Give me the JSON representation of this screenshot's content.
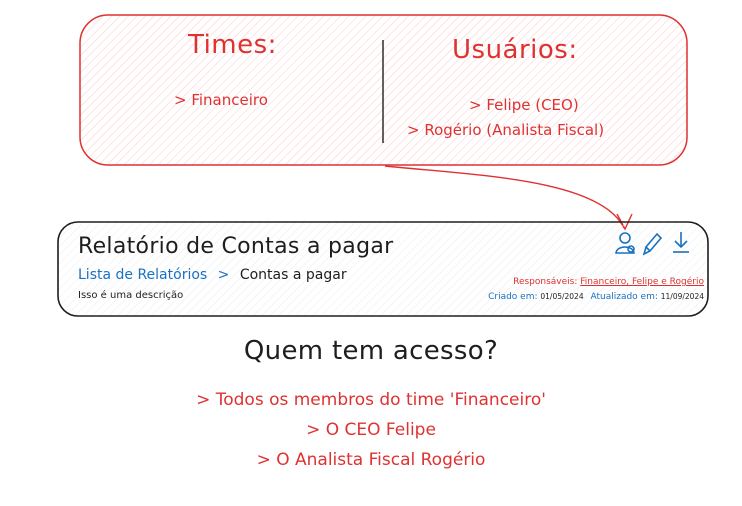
{
  "callout": {
    "teams_title": "Times:",
    "teams": [
      "> Financeiro"
    ],
    "users_title": "Usuários:",
    "users": [
      "> Felipe (CEO)",
      "> Rogério (Analista Fiscal)"
    ]
  },
  "report": {
    "title": "Relatório de Contas a pagar",
    "breadcrumb": {
      "link": "Lista de Relatórios",
      "separator": ">",
      "current": "Contas a pagar"
    },
    "description": "Isso é uma descrição",
    "responsaveis_label": "Responsáveis:",
    "responsaveis_value": "Financeiro, Felipe e Rogério",
    "criado_label": "Criado em:",
    "criado_value": "01/05/2024",
    "atualizado_label": "Atualizado em:",
    "atualizado_value": "11/09/2024",
    "icons": [
      "users-icon",
      "edit-icon",
      "download-icon"
    ]
  },
  "question": "Quem tem acesso?",
  "answers": [
    "> Todos os membros do time 'Financeiro'",
    "> O CEO Felipe",
    "> O Analista Fiscal Rogério"
  ],
  "colors": {
    "accent_red": "#e03131",
    "link_blue": "#1971c2",
    "card_fill": "#fff5f5"
  }
}
